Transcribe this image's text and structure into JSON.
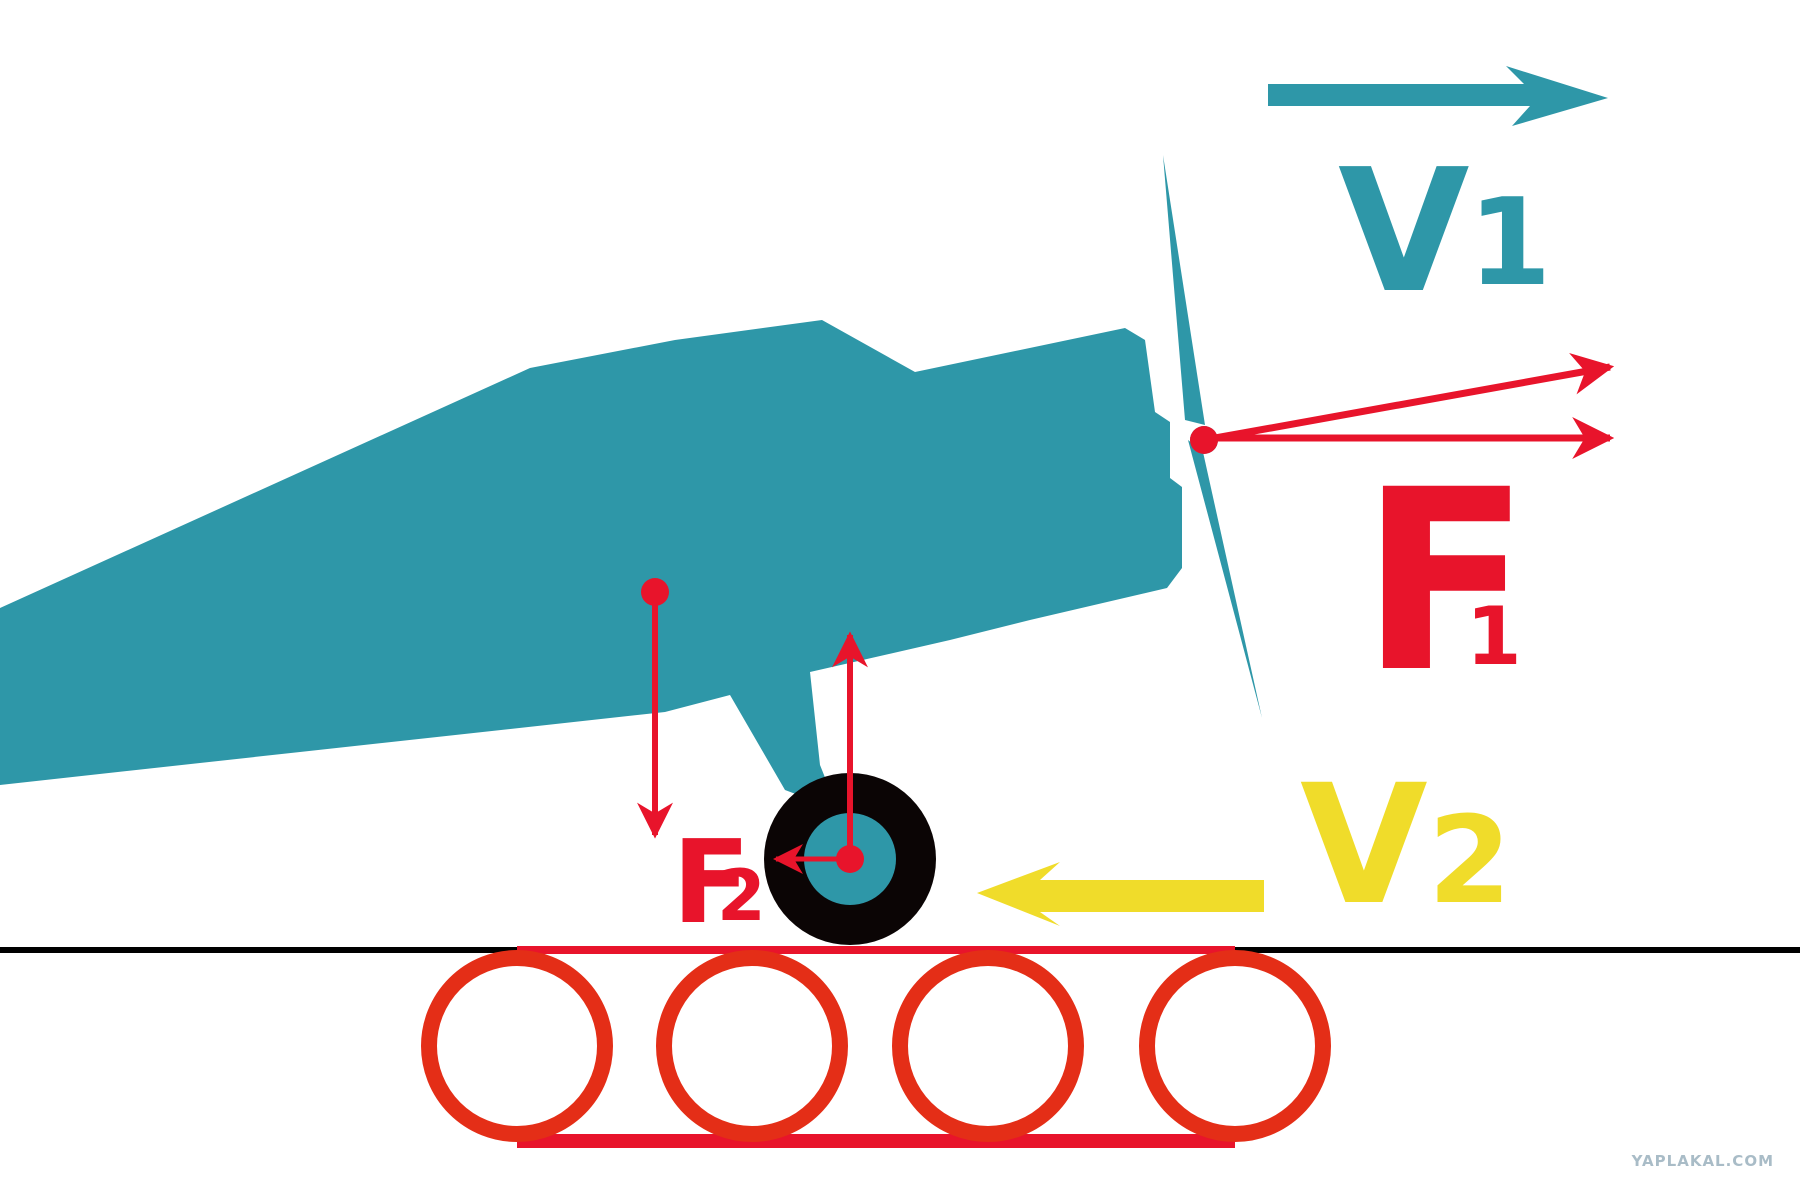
{
  "colors": {
    "plane": "#2E97A8",
    "force": "#E8142B",
    "belt": "#E8142B",
    "roller": "#E42E17",
    "v2": "#F0DC2A",
    "ground": "#000000",
    "tire": "#0B0505",
    "hub": "#2E97A8",
    "watermark": "#A9BCC7"
  },
  "labels": {
    "v1_main": "V",
    "v1_sub": "1",
    "f1_main": "F",
    "f1_sub": "1",
    "v2_main": "V",
    "v2_sub": "2",
    "f2_main": "F",
    "f2_sub": "2"
  },
  "icons": {
    "airplane": "airplane-silhouette-icon",
    "propeller": "propeller-icon",
    "wheel": "landing-wheel-icon",
    "conveyor": "conveyor-belt-icon"
  },
  "watermark": "YAPLAKAL.COM"
}
